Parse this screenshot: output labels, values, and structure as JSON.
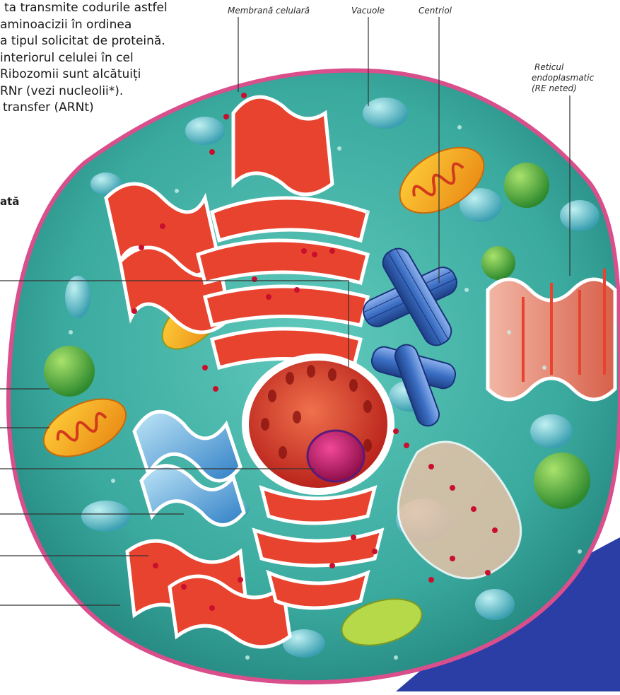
{
  "intro_text": {
    "lines": [
      "ta transmite codurile astfel",
      " aminoacizii în ordinea",
      "a tipul solicitat de proteină.",
      " interiorul celulei în cel",
      " Ribozomii sunt alcătuiți",
      "RNr (vezi nucleolii*).",
      "transfer (ARNt)"
    ],
    "side_heading": "ată"
  },
  "labels": {
    "membrana": "Membrană celulară",
    "vacuole": "Vacuole",
    "centriol": "Centriol",
    "reticul_line1": "Reticul",
    "reticul_line2": "endoplasmatic",
    "reticul_line3": "(RE neted)"
  },
  "colors": {
    "cytoplasm": "#3fb3a8",
    "membrane": "#d94f8c",
    "golgi": "#e8432e",
    "nucleus": "#d9352a",
    "nucleolus": "#cc1f6e",
    "centriole": "#3b6fc4",
    "mitochondria": "#f4a81d",
    "lysosome": "#7cc242",
    "vacuole": "#7fd0d8",
    "background_blue": "#2b3ea6"
  }
}
